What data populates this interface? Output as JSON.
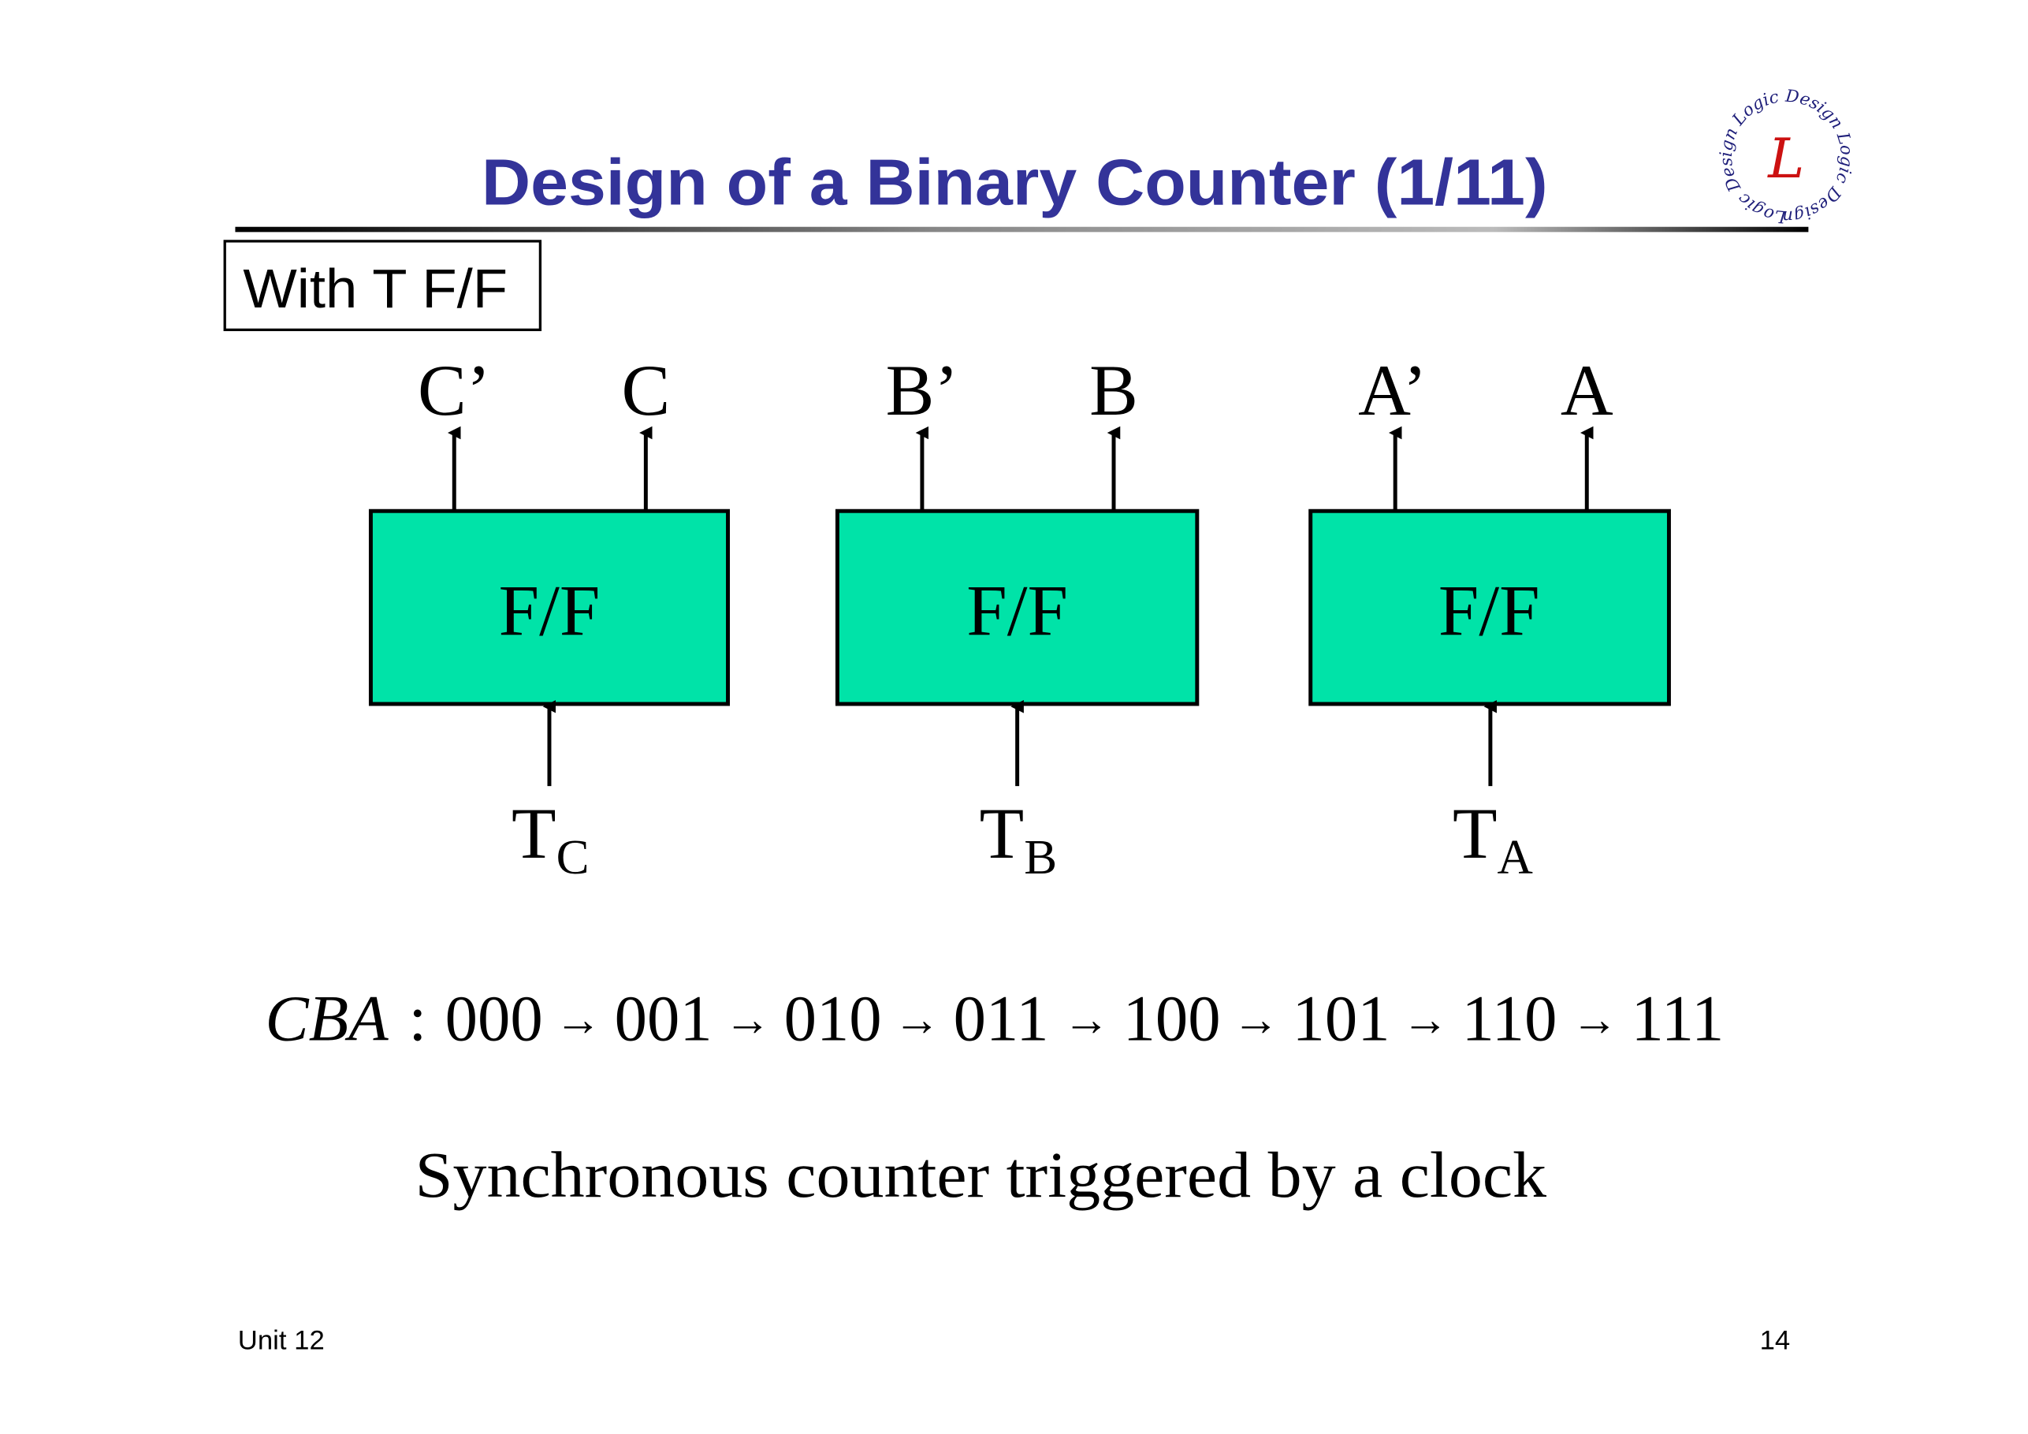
{
  "slide": {
    "title": "Design of a Binary Counter (1/11)",
    "subtitle_box": "With T F/F",
    "footer_left": "Unit 12",
    "page_number": "14"
  },
  "logo": {
    "text": "Logic Design",
    "letter": "L"
  },
  "colors": {
    "title": "#333399",
    "flipflop_fill": "#00E3A8",
    "logo_red": "#cc1111"
  },
  "flipflops": [
    {
      "label": "F/F",
      "out_bar": "C’",
      "out": "C",
      "input": "T",
      "input_sub": "C"
    },
    {
      "label": "F/F",
      "out_bar": "B’",
      "out": "B",
      "input": "T",
      "input_sub": "B"
    },
    {
      "label": "F/F",
      "out_bar": "A’",
      "out": "A",
      "input": "T",
      "input_sub": "A"
    }
  ],
  "sequence": {
    "label": "CBA",
    "separator": ":",
    "states": [
      "000",
      "001",
      "010",
      "011",
      "100",
      "101",
      "110",
      "111"
    ],
    "arrow": "→"
  },
  "caption": "Synchronous counter triggered by a clock"
}
